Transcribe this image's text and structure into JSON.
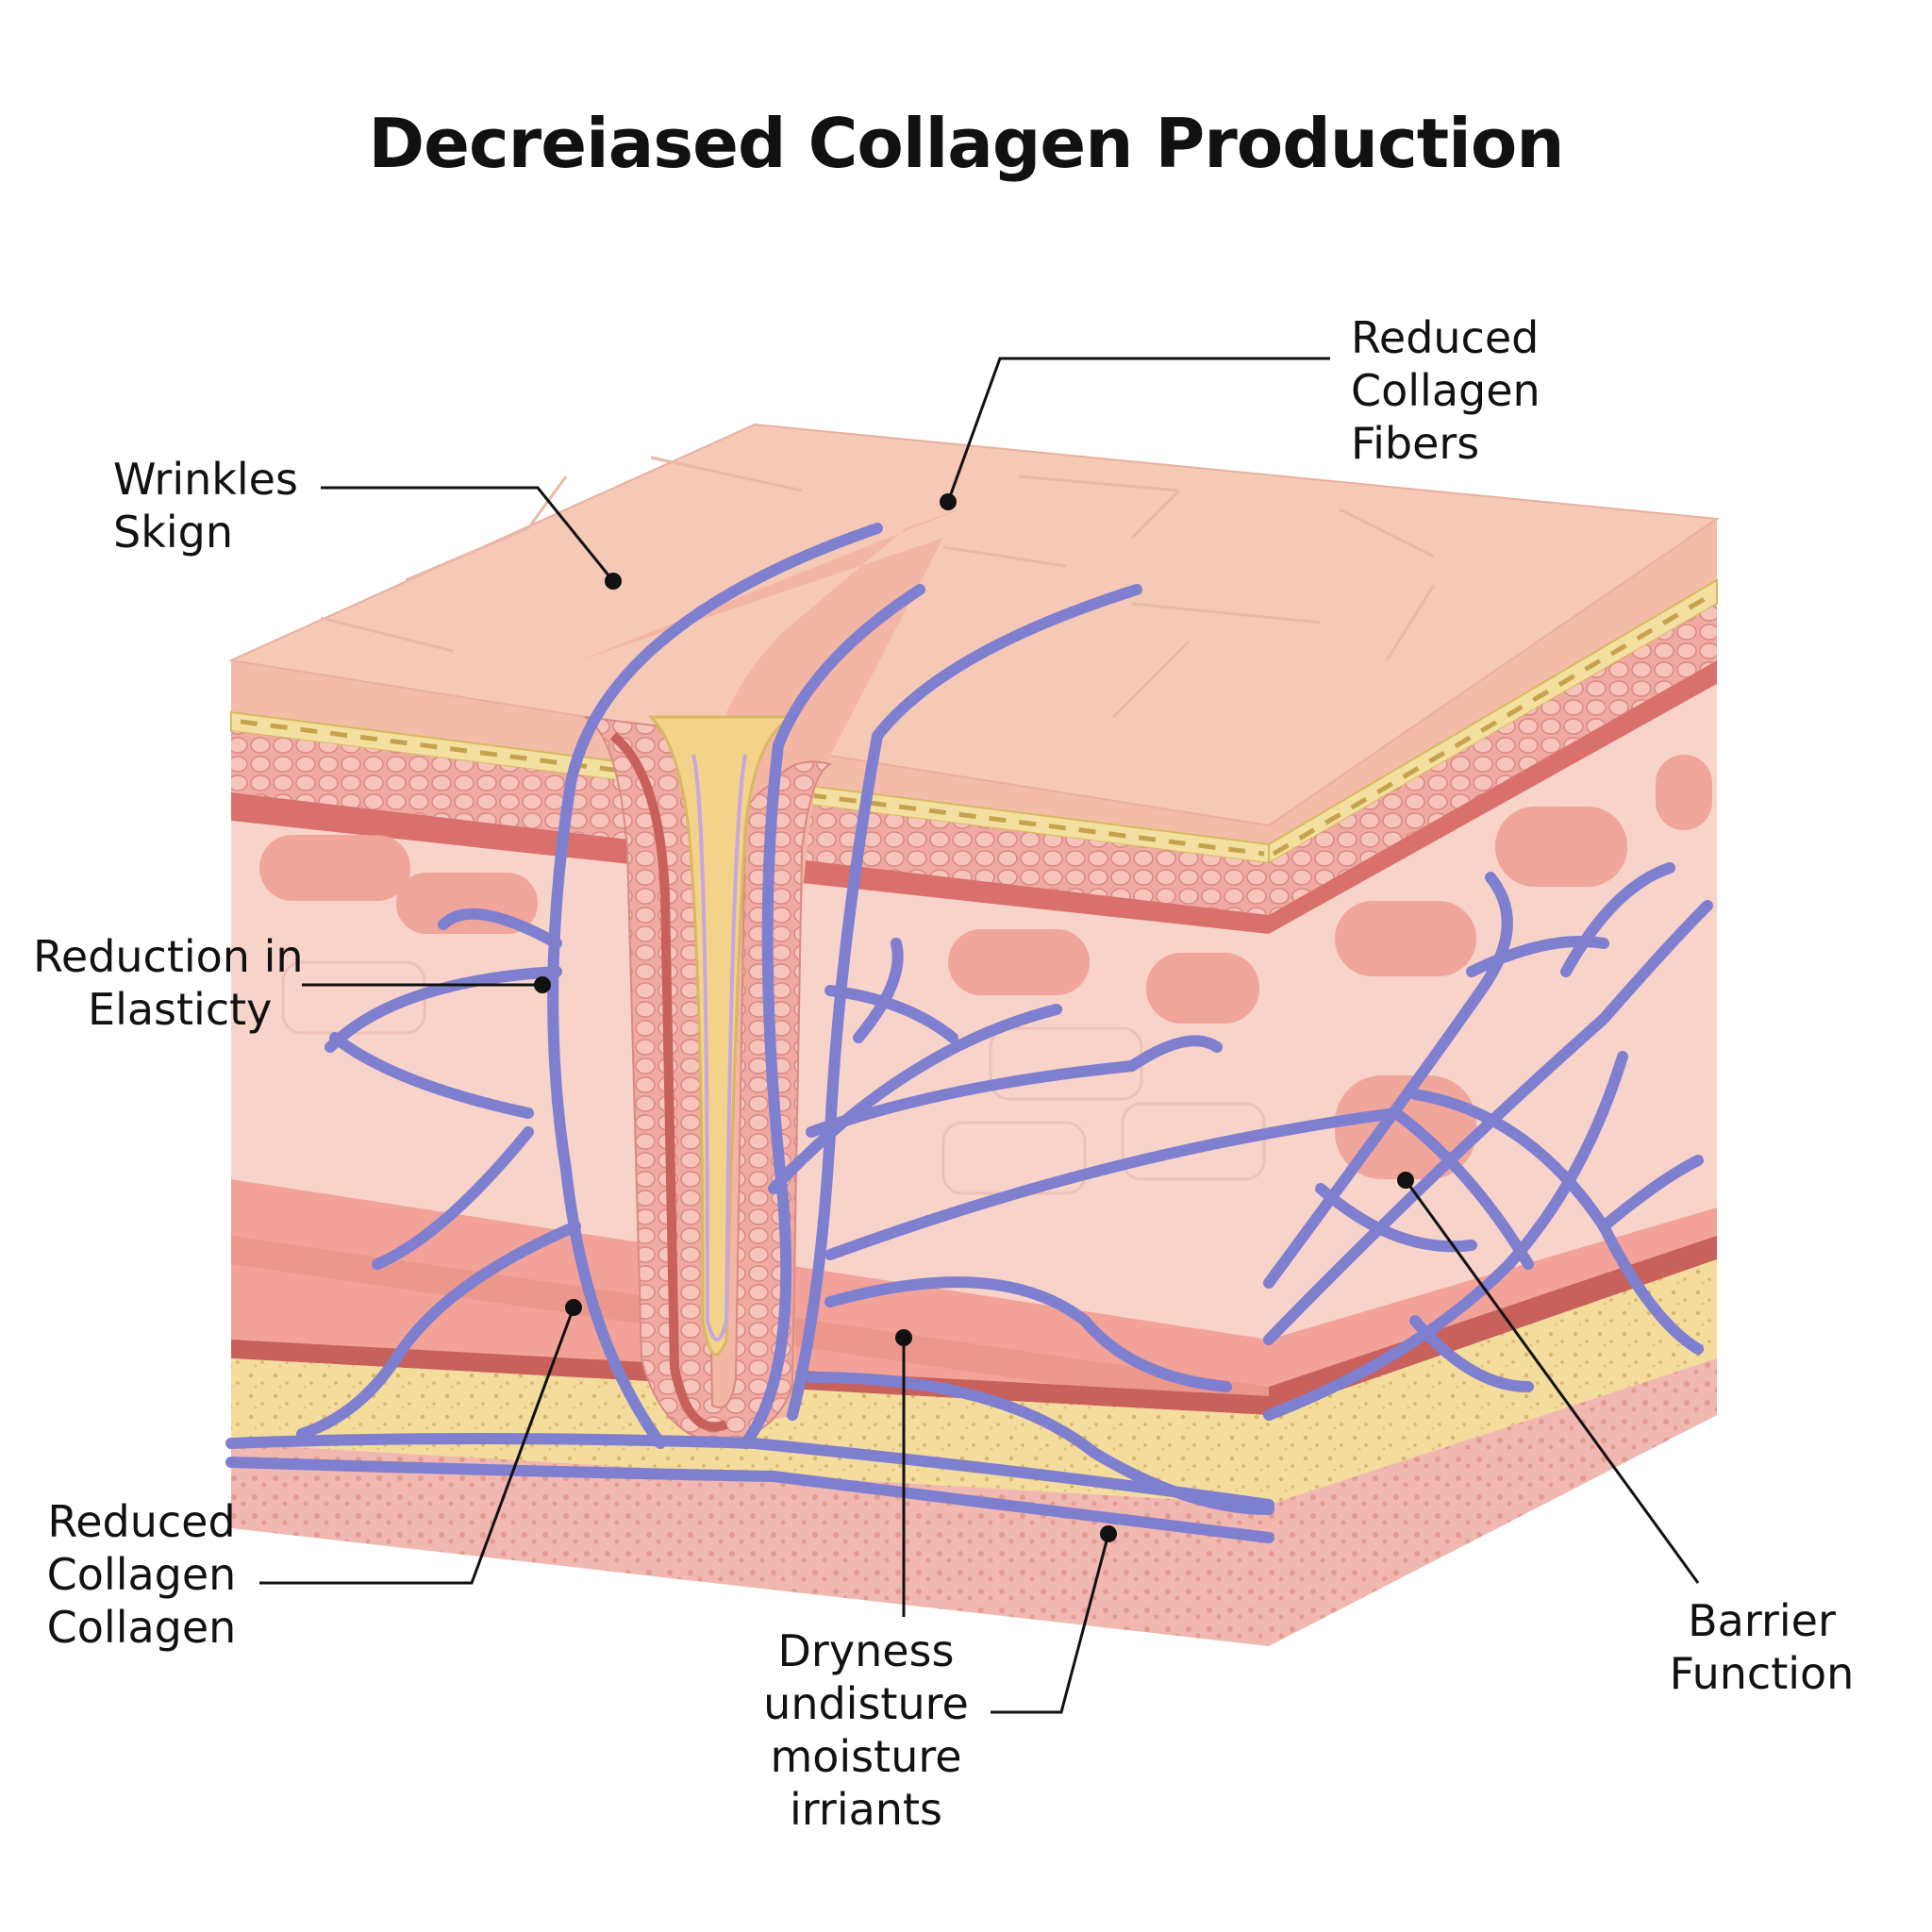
{
  "title": "Decreiased Collagen Production",
  "labels": {
    "wrinkles": [
      "Wrinkles",
      "Skign"
    ],
    "fibers": [
      "Reduced",
      "Collagen",
      "Fibers"
    ],
    "elasticity": [
      "Reduction in",
      "Elasticty"
    ],
    "collagen_left": [
      "Reduced",
      "Collagen",
      "Collagen"
    ],
    "dryness": [
      "Dryness",
      "undisture",
      "moisture",
      "irriants"
    ],
    "barrier": [
      "Barrier",
      "Function"
    ]
  },
  "colors": {
    "epidermis_top": "#f4c4b0",
    "epidermis_side": "#f2b9a7",
    "yellow_line": "#f3e0a0",
    "cell_band": "#ec9f9a",
    "red_band": "#d9706c",
    "dermis": "#f7d7cf",
    "dermis_dark": "#ef9a8e",
    "fat": "#f3dc9c",
    "base": "#f0b4ad",
    "vessel": "#7f7fd0",
    "leader": "#111111"
  }
}
